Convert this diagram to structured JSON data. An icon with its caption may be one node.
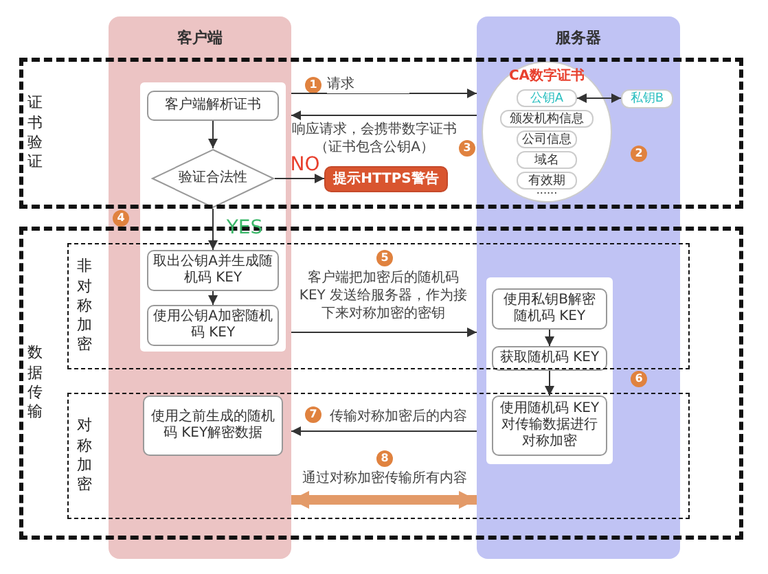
{
  "diagram": {
    "nodes": [
      {
        "text": [
          "客户端"
        ]
      },
      {
        "text": [
          "服务器"
        ]
      },
      {
        "text": [
          "客户端解析证书"
        ],
        "in": 0
      },
      {
        "text": [
          "验证合法性"
        ],
        "in": 0
      },
      {
        "text": [
          "取出公钥A并生成随机码 KEY"
        ],
        "in": 0
      },
      {
        "text": [
          "使用公钥A加密随机码 KEY"
        ],
        "in": 0
      },
      {
        "text": [
          "提示HTTPS警告"
        ]
      },
      {
        "text": [
          "使用之前生成的随机码 KEY解密数据"
        ],
        "in": 0
      },
      {
        "text": [
          "CA数字证书",
          "......"
        ],
        "in": 1
      },
      {
        "text": [
          "公钥A"
        ],
        "in": 8
      },
      {
        "text": [
          "颁发机构信息"
        ],
        "in": 8
      },
      {
        "text": [
          "公司信息"
        ],
        "in": 8
      },
      {
        "text": [
          "域名"
        ],
        "in": 8
      },
      {
        "text": [
          "有效期"
        ],
        "in": 8
      },
      {
        "text": [
          "私钥B"
        ],
        "in": 1
      },
      {
        "text": [
          "使用私钥B解密随机码 KEY"
        ],
        "in": 1
      },
      {
        "text": [
          "获取随机码 KEY"
        ],
        "in": 1
      },
      {
        "text": [
          "使用随机码 KEY对传输数据进行对称加密"
        ],
        "in": 1
      },
      {
        "text": [
          "1"
        ]
      },
      {
        "text": [
          "2"
        ],
        "in": 1
      },
      {
        "text": [
          "3"
        ]
      },
      {
        "text": [
          "4"
        ],
        "in": 0
      },
      {
        "text": [
          "5"
        ]
      },
      {
        "text": [
          "6"
        ],
        "in": 1
      },
      {
        "text": [
          "7"
        ]
      },
      {
        "text": [
          "8"
        ]
      }
    ],
    "edges": [
      {
        "from": 0,
        "to": 1,
        "arrow": "to",
        "label": "请求"
      },
      {
        "from": 1,
        "to": 0,
        "arrow": "to",
        "label": "响应请求，会携带数字证书（证书包含公钥A）"
      },
      {
        "from": 2,
        "to": 3,
        "arrow": "to"
      },
      {
        "from": 3,
        "to": 6,
        "arrow": "to",
        "label": "NO"
      },
      {
        "from": 3,
        "to": 4,
        "arrow": "to",
        "label": "YES"
      },
      {
        "from": 4,
        "to": 5,
        "arrow": "to"
      },
      {
        "from": 14,
        "to": 9,
        "arrow": "both"
      },
      {
        "from": 0,
        "to": 1,
        "arrow": "to",
        "label": "客户端把加密后的随机码 KEY 发送给服务器，作为接下来对称加密的密钥"
      },
      {
        "from": 1,
        "to": 0,
        "arrow": "to",
        "label": "传输对称加密后的内容"
      },
      {
        "from": 0,
        "to": 1,
        "arrow": "both",
        "label": "通过对称加密传输所有内容",
        "style": "thick",
        "color": "#e39a68"
      },
      {
        "from": 15,
        "to": 16,
        "arrow": "to"
      },
      {
        "from": 16,
        "to": 17,
        "arrow": "to"
      }
    ],
    "labels": [
      "证书验证",
      "数据传输",
      "非对称加密",
      "对称加密"
    ]
  }
}
